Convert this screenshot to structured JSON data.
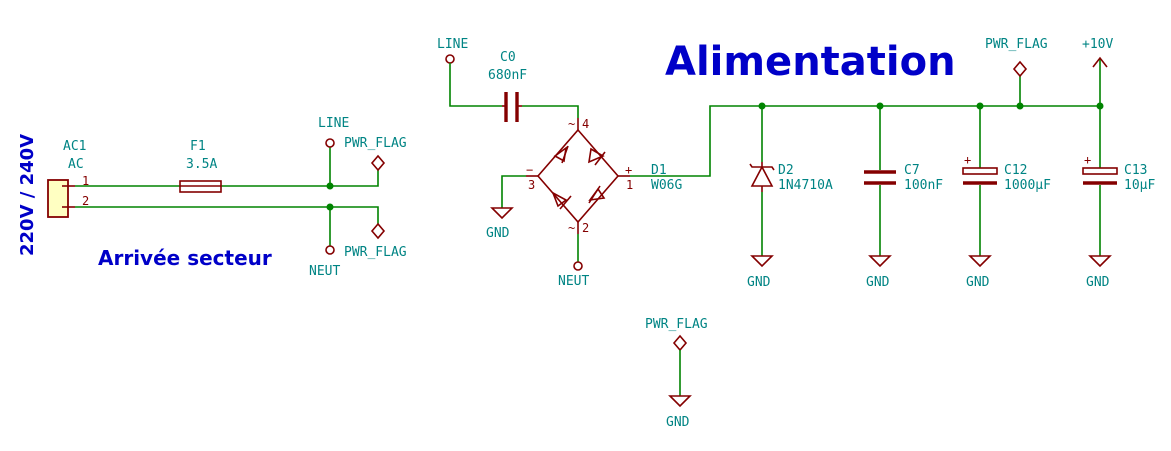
{
  "title": "Alimentation",
  "section_label": "Arrivée secteur",
  "voltage_label": "220V / 240V",
  "connector": {
    "ref": "AC1",
    "value": "AC",
    "pin1": "1",
    "pin2": "2"
  },
  "fuse": {
    "ref": "F1",
    "value": "3.5A"
  },
  "capacitor_c0": {
    "ref": "C0",
    "value": "680nF"
  },
  "bridge": {
    "ref": "D1",
    "value": "W06G",
    "pin_plus": "4",
    "pin_ac2": "2",
    "pin_minus": "3",
    "pin_out": "1",
    "sign_plus": "+",
    "sign_minus": "−",
    "sign_tilde": "~"
  },
  "zener": {
    "ref": "D2",
    "value": "1N4710A"
  },
  "cap_c7": {
    "ref": "C7",
    "value": "100nF"
  },
  "cap_c12": {
    "ref": "C12",
    "value": "1000µF",
    "polarity": "+"
  },
  "cap_c13": {
    "ref": "C13",
    "value": "10µF",
    "polarity": "+"
  },
  "nets": {
    "line": "LINE",
    "neut": "NEUT",
    "gnd": "GND",
    "pwr_flag": "PWR_FLAG",
    "vplus": "+10V"
  },
  "colors": {
    "wire": "#008400",
    "component": "#840000",
    "label": "#008484",
    "title": "#0000c8"
  }
}
